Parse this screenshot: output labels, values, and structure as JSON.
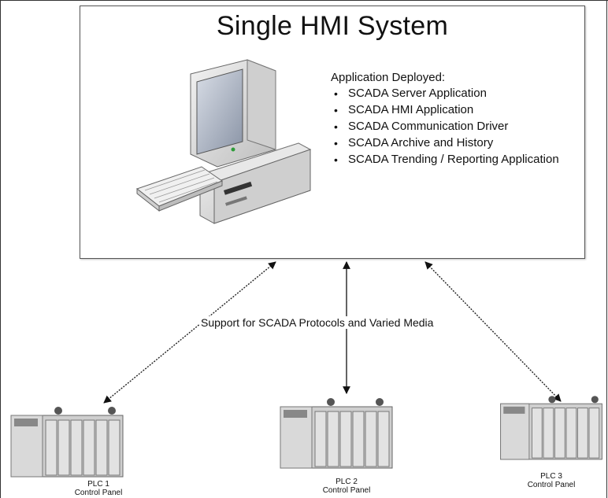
{
  "diagram": {
    "title": "Single HMI System",
    "applications_heading": "Application Deployed:",
    "applications": [
      "SCADA Server Application",
      "SCADA HMI Application",
      "SCADA Communication Driver",
      "SCADA Archive and History",
      "SCADA Trending / Reporting Application"
    ],
    "connection_label": "Support for SCADA Protocols and Varied Media",
    "plcs": [
      {
        "name": "PLC 1",
        "subtitle": "Control Panel"
      },
      {
        "name": "PLC 2",
        "subtitle": "Control Panel"
      },
      {
        "name": "PLC 3",
        "subtitle": "Control Panel"
      }
    ],
    "icons": [
      "desktop-computer-icon",
      "keyboard-icon",
      "plc-rack-icon",
      "bidirectional-arrow-icon"
    ]
  }
}
